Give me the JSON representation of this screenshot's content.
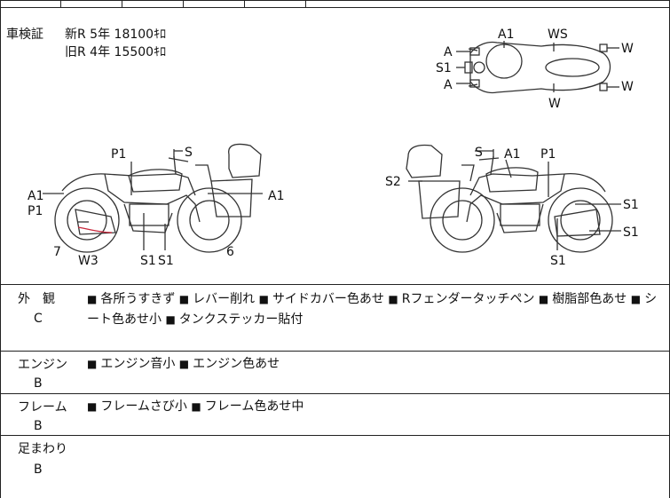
{
  "inspection": {
    "label": "車検証",
    "new_line": "新R 5年 18100ｷﾛ",
    "old_line": "旧R 4年 15500ｷﾛ"
  },
  "diagram_labels": {
    "top": [
      "A",
      "S1",
      "A",
      "A1",
      "WS",
      "W",
      "W",
      "W"
    ],
    "left": [
      "P1",
      "S",
      "A1",
      "P1",
      "A1",
      "7",
      "W3",
      "S1",
      "S1",
      "6"
    ],
    "right": [
      "S",
      "A1",
      "P1",
      "S2",
      "S1",
      "S1",
      "S1"
    ]
  },
  "sections": [
    {
      "label": "外　観",
      "grade": "C",
      "items": [
        "各所うすきず",
        "レバー削れ",
        "サイドカバー色あせ",
        "Rフェンダータッチペン",
        "樹脂部色あせ",
        "シート色あせ小",
        "タンクステッカー貼付"
      ]
    },
    {
      "label": "エンジン",
      "grade": "B",
      "items": [
        "エンジン音小",
        "エンジン色あせ"
      ]
    },
    {
      "label": "フレーム",
      "grade": "B",
      "items": [
        "フレームさび小",
        "フレーム色あせ中"
      ]
    },
    {
      "label": "足まわり",
      "grade": "B",
      "items": []
    }
  ],
  "bullet": "■"
}
